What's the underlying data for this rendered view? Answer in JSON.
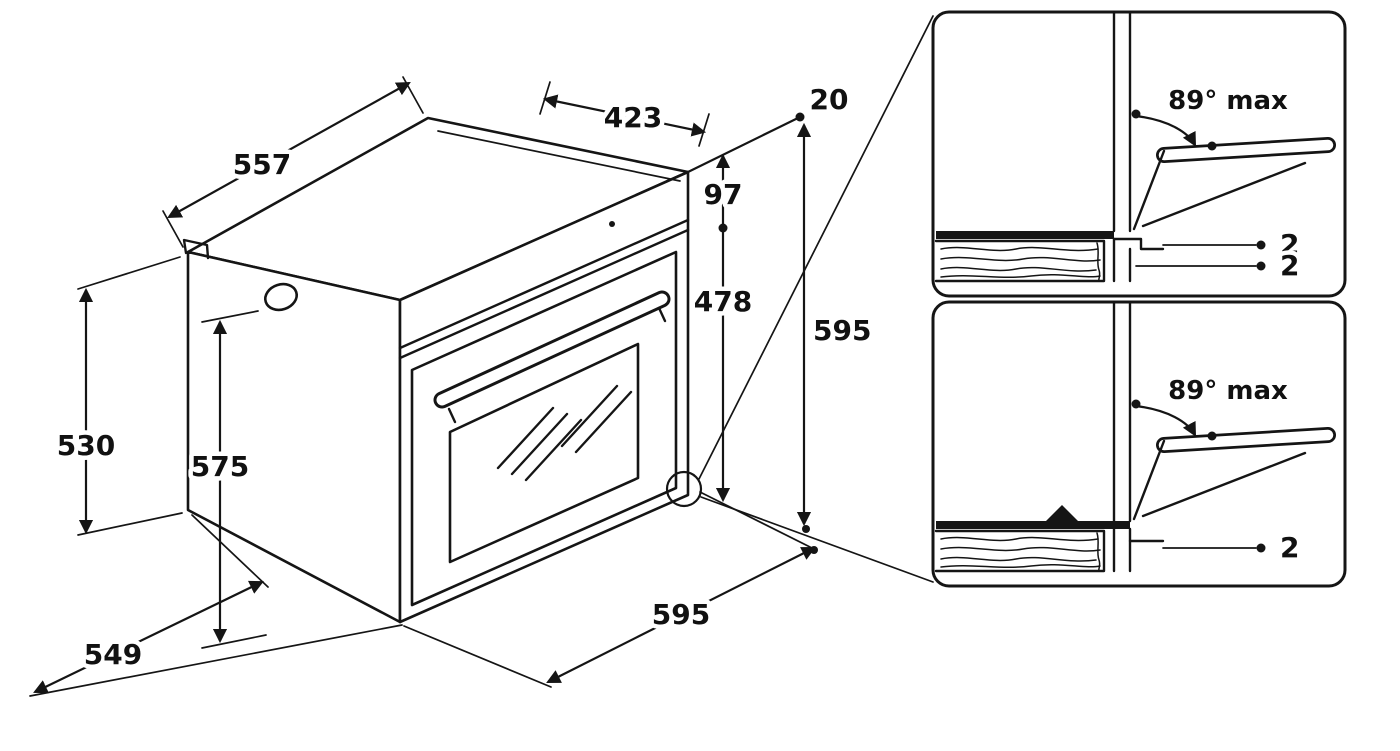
{
  "oven": {
    "dim_depth_top": "557",
    "dim_top_width": "423",
    "dim_top_clearance": "20",
    "dim_control_panel_height": "97",
    "dim_door_height": "478",
    "dim_total_height": "595",
    "dim_back_height": "530",
    "dim_front_height": "575",
    "dim_depth_bottom": "549",
    "dim_width": "595"
  },
  "detail_top": {
    "angle": "89° max",
    "clearance_1": "2",
    "clearance_2": "2"
  },
  "detail_bottom": {
    "angle": "89° max",
    "clearance_1": "2"
  },
  "colors": {
    "line": "#151515",
    "background": "#ffffff"
  }
}
